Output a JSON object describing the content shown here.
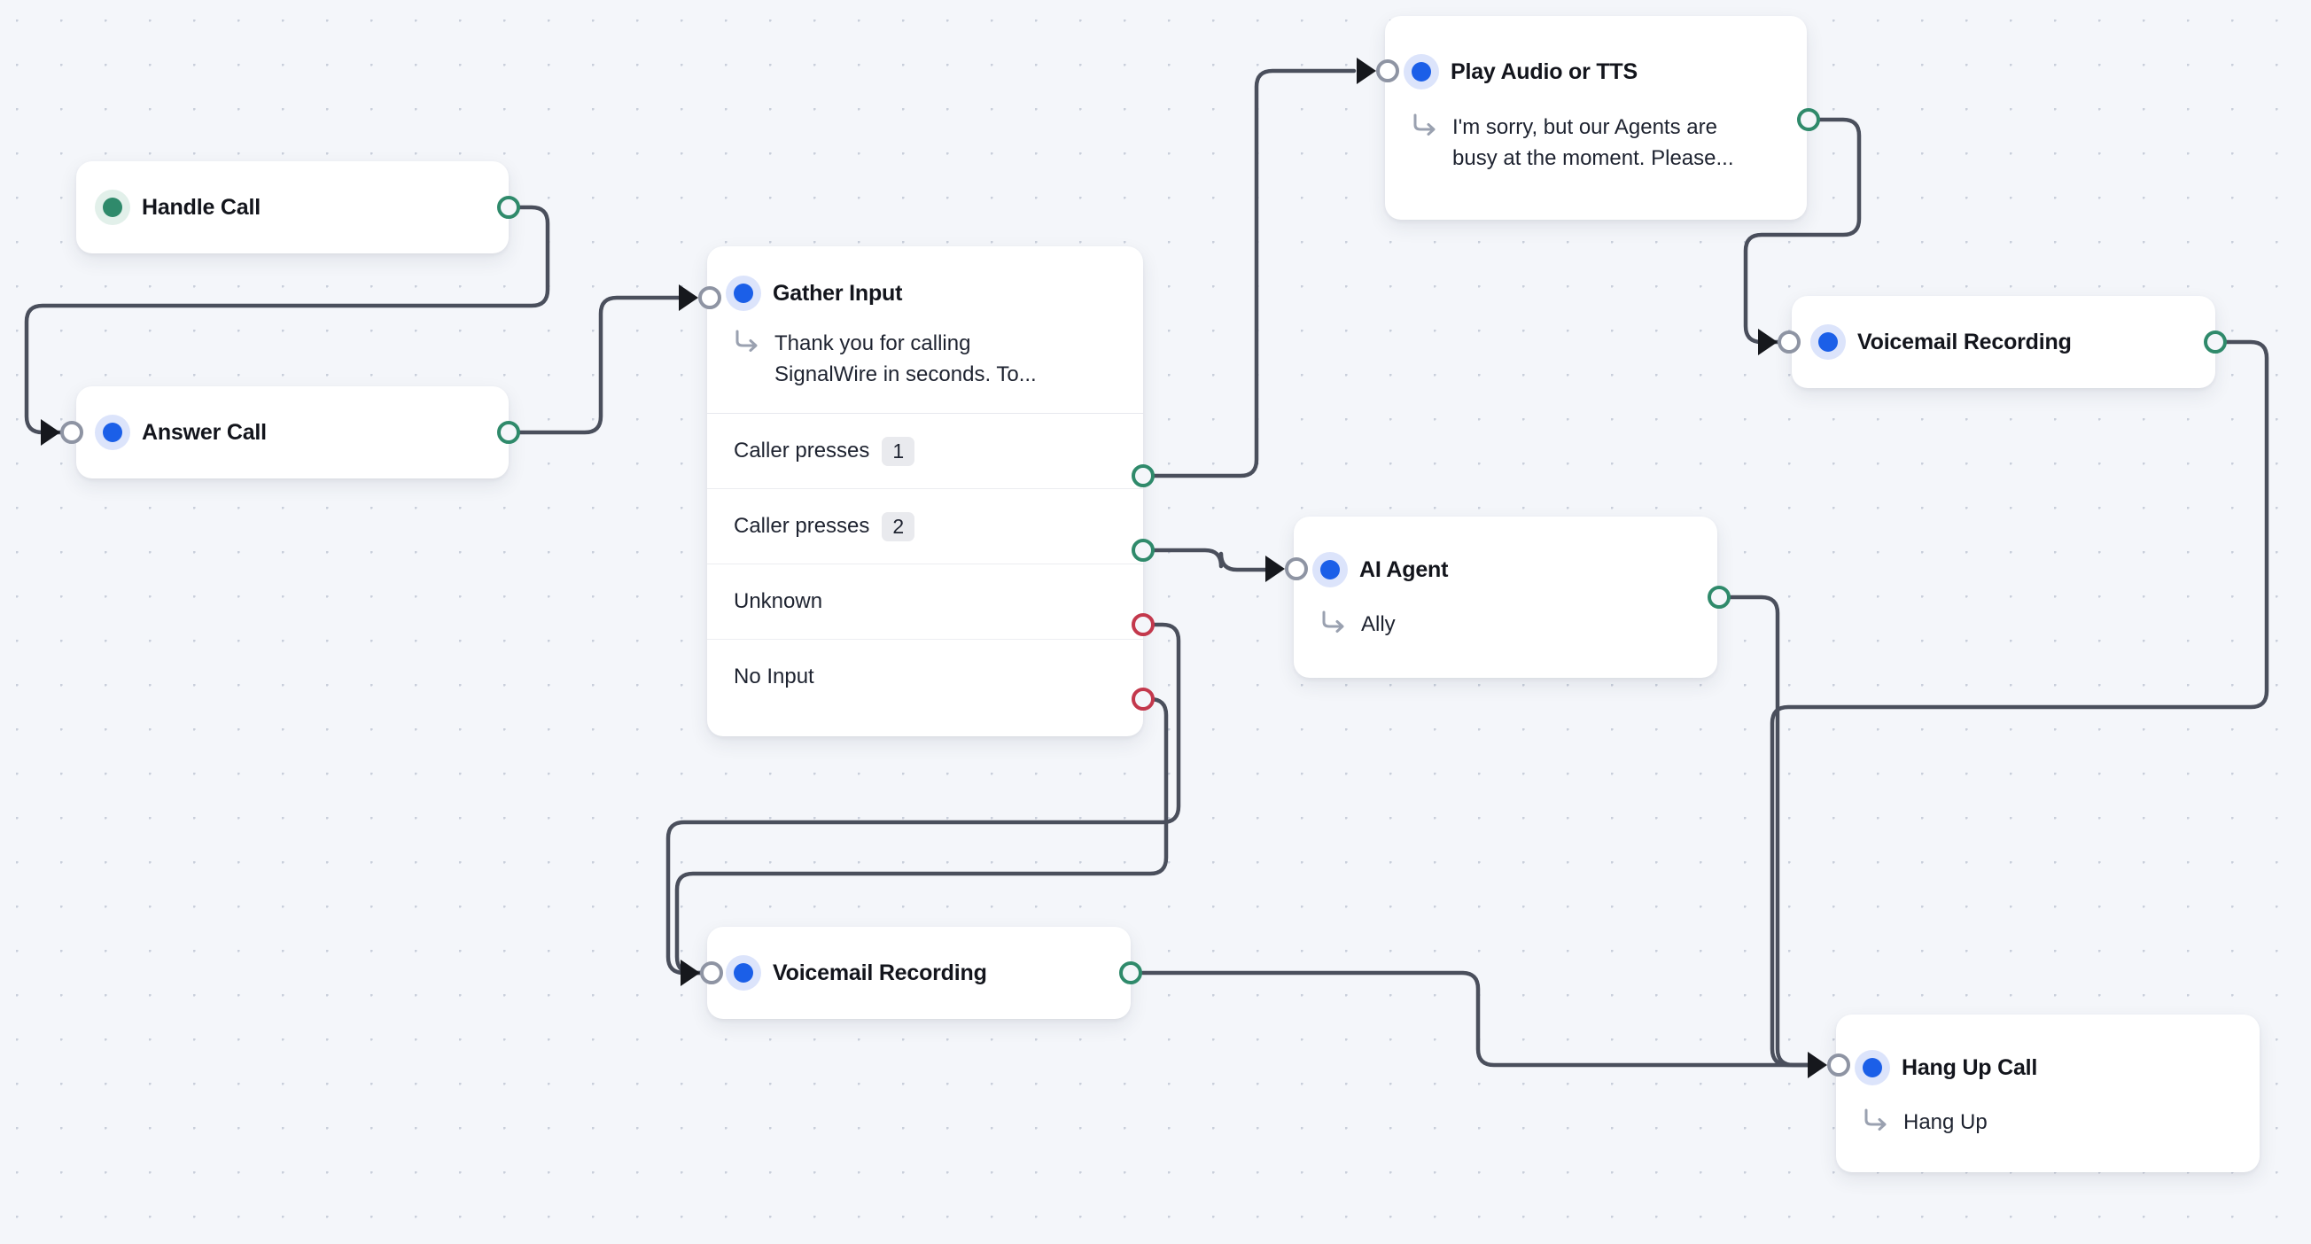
{
  "canvas": {
    "background_color": "#f4f6fa",
    "grid_dot_color": "#c9cfdb",
    "edge_color": "#4a4f5c"
  },
  "colors": {
    "blue_dot": "#1b5fe8",
    "blue_halo": "#dce4fb",
    "green_dot": "#2f8a6b",
    "green_halo": "#e2f0ea",
    "port_green": "#2f8a6b",
    "port_red": "#c3384c",
    "port_input_gray": "#8e94a3",
    "card_white": "#ffffff",
    "badge_gray": "#e9eaee"
  },
  "nodes": [
    {
      "id": "handle-call",
      "title": "Handle Call",
      "dot_type": "green",
      "subtitle": null,
      "output_port_color": "green",
      "has_input_port": false
    },
    {
      "id": "answer-call",
      "title": "Answer Call",
      "dot_type": "blue",
      "subtitle": null,
      "output_port_color": "green",
      "has_input_port": true
    },
    {
      "id": "gather-input",
      "title": "Gather Input",
      "dot_type": "blue",
      "subtitle": "Thank you for calling SignalWire in seconds. To...",
      "has_input_port": true,
      "rows": [
        {
          "label": "Caller presses",
          "badge": "1",
          "port_color": "green"
        },
        {
          "label": "Caller presses",
          "badge": "2",
          "port_color": "green"
        },
        {
          "label": "Unknown",
          "badge": null,
          "port_color": "red"
        },
        {
          "label": "No Input",
          "badge": null,
          "port_color": "red"
        }
      ]
    },
    {
      "id": "play-audio-tts",
      "title": "Play Audio or TTS",
      "dot_type": "blue",
      "subtitle": "I'm sorry, but our Agents are busy at the moment. Please...",
      "output_port_color": "green",
      "has_input_port": true
    },
    {
      "id": "voicemail-recording-top",
      "title": "Voicemail Recording",
      "dot_type": "blue",
      "subtitle": null,
      "output_port_color": "green",
      "has_input_port": true
    },
    {
      "id": "ai-agent",
      "title": "AI Agent",
      "dot_type": "blue",
      "subtitle": "Ally",
      "output_port_color": "green",
      "has_input_port": true
    },
    {
      "id": "voicemail-recording-bottom",
      "title": "Voicemail Recording",
      "dot_type": "blue",
      "subtitle": null,
      "output_port_color": "green",
      "has_input_port": true
    },
    {
      "id": "hang-up-call",
      "title": "Hang Up Call",
      "dot_type": "blue",
      "subtitle": "Hang Up",
      "output_port_color": null,
      "has_input_port": true
    }
  ],
  "edges": [
    {
      "from": "handle-call",
      "to": "answer-call"
    },
    {
      "from": "answer-call",
      "to": "gather-input"
    },
    {
      "from": "gather-input:caller-presses-1",
      "to": "play-audio-tts"
    },
    {
      "from": "gather-input:caller-presses-2",
      "to": "ai-agent"
    },
    {
      "from": "gather-input:unknown",
      "to": "voicemail-recording-bottom"
    },
    {
      "from": "gather-input:no-input",
      "to": "voicemail-recording-bottom"
    },
    {
      "from": "play-audio-tts",
      "to": "voicemail-recording-top"
    },
    {
      "from": "voicemail-recording-top",
      "to": "hang-up-call"
    },
    {
      "from": "ai-agent",
      "to": "hang-up-call"
    },
    {
      "from": "voicemail-recording-bottom",
      "to": "hang-up-call"
    }
  ]
}
